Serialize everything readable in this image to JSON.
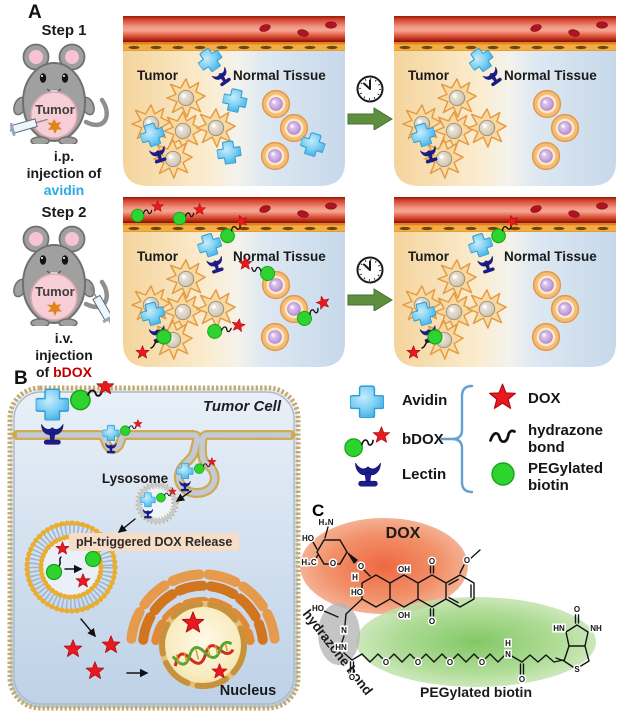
{
  "panel_a": {
    "label": "A",
    "steps": [
      {
        "title": "Step 1",
        "mouse_label": "Tumor",
        "injection": {
          "route": "i.p.",
          "line2": "injection of",
          "prefix": "",
          "drug": "avidin"
        }
      },
      {
        "title": "Step 2",
        "mouse_label": "Tumor",
        "injection": {
          "route": "i.v.",
          "line2": "injection",
          "prefix": "of ",
          "drug": "bDOX"
        }
      }
    ],
    "tissue": {
      "tumor": "Tumor",
      "normal": "Normal Tissue"
    }
  },
  "panel_b": {
    "label": "B",
    "cell": "Tumor Cell",
    "lysosome": "Lysosome",
    "release": "pH-triggered DOX Release",
    "nucleus": "Nucleus"
  },
  "legend": {
    "left": [
      {
        "label": "Avidin"
      },
      {
        "label": "bDOX"
      },
      {
        "label": "Lectin"
      }
    ],
    "right": [
      {
        "label": "DOX"
      },
      {
        "label": "hydrazone bond"
      },
      {
        "label": "PEGylated biotin"
      }
    ]
  },
  "panel_c": {
    "label": "C",
    "dox": "DOX",
    "hydrazone": "hydrazone bond",
    "peg": "PEGylated biotin",
    "atoms": {
      "h2n": "H₂N",
      "ho": "HO",
      "h3c": "H₃C",
      "o": "O",
      "oh": "OH",
      "h": "H",
      "n": "N",
      "hn": "HN",
      "nh": "NH",
      "s": "S"
    }
  },
  "colors": {
    "avidin_blue": "#45b6e8",
    "avidin_text": "#29abe2",
    "bdox_text": "#c00000",
    "dox_red": "#e8191f",
    "biotin_green": "#2fd32f",
    "lectin_navy": "#1b1c8e",
    "arrow_green": "#5d8f3e",
    "vessel_red": "#d4402a",
    "tumor_tint": "#f4d49c",
    "normal_tint": "#c6d8ea",
    "release_bg": "#f7dcc6"
  }
}
